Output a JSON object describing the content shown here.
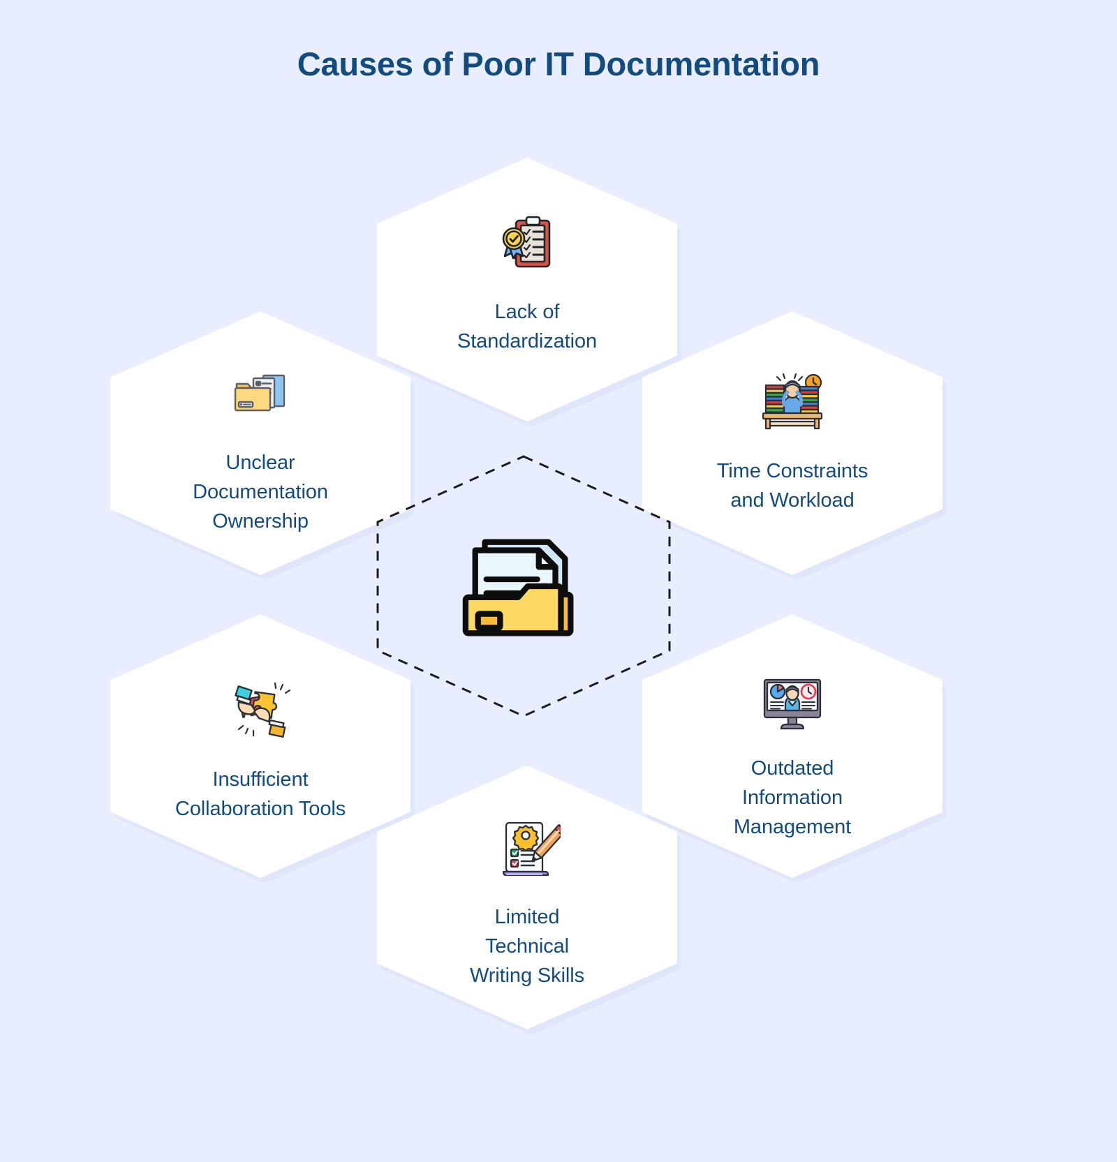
{
  "header": {
    "title": "Causes of Poor IT Documentation"
  },
  "colors": {
    "background": "#e9eeff",
    "hex_fill": "#ffffff",
    "hex_shadow": "#dfe6fb",
    "text_blue": "#134b7f",
    "folder_yellow": "#fcd862",
    "paper_blue": "#e8f5fb"
  },
  "center": {
    "icon": "documents-folder-icon",
    "outline": "dashed-hexagon"
  },
  "hexagons": [
    {
      "id": "lack-of-standardization",
      "label": "Lack of\nStandardization",
      "label_lines": [
        "Lack of",
        "Standardization"
      ],
      "icon": "clipboard-award-checklist-icon"
    },
    {
      "id": "unclear-documentation-ownership",
      "label": "Unclear\nDocumentation\nOwnership",
      "label_lines": [
        "Unclear",
        "Documentation",
        "Ownership"
      ],
      "icon": "folder-documents-icon"
    },
    {
      "id": "time-constraints-and-workload",
      "label": "Time Constraints\nand Workload",
      "label_lines": [
        "Time Constraints",
        "and Workload"
      ],
      "icon": "stressed-worker-clock-icon"
    },
    {
      "id": "insufficient-collaboration-tools",
      "label": "Insufficient\nCollaboration Tools",
      "label_lines": [
        "Insufficient",
        "Collaboration Tools"
      ],
      "icon": "hands-puzzle-pieces-icon"
    },
    {
      "id": "outdated-information-management",
      "label": "Outdated\nInformation\nManagement",
      "label_lines": [
        "Outdated",
        "Information",
        "Management"
      ],
      "icon": "monitor-dashboard-person-icon"
    },
    {
      "id": "limited-technical-writing-skills",
      "label": "Limited\nTechnical\nWriting Skills",
      "label_lines": [
        "Limited",
        "Technical",
        "Writing Skills"
      ],
      "icon": "document-gear-pencil-icon"
    }
  ]
}
